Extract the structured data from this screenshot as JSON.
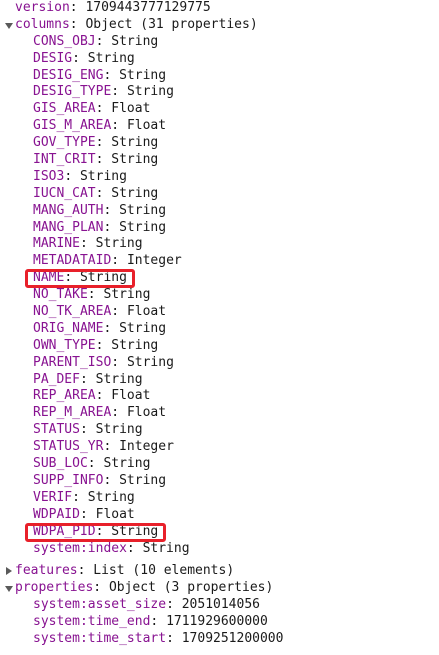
{
  "version": {
    "key": "version",
    "value": "1709443777129775"
  },
  "columns": {
    "key": "columns",
    "summary": "Object (31 properties)",
    "expanded": true,
    "items": [
      {
        "key": "CONS_OBJ",
        "type": "String"
      },
      {
        "key": "DESIG",
        "type": "String"
      },
      {
        "key": "DESIG_ENG",
        "type": "String"
      },
      {
        "key": "DESIG_TYPE",
        "type": "String"
      },
      {
        "key": "GIS_AREA",
        "type": "Float"
      },
      {
        "key": "GIS_M_AREA",
        "type": "Float"
      },
      {
        "key": "GOV_TYPE",
        "type": "String"
      },
      {
        "key": "INT_CRIT",
        "type": "String"
      },
      {
        "key": "ISO3",
        "type": "String"
      },
      {
        "key": "IUCN_CAT",
        "type": "String"
      },
      {
        "key": "MANG_AUTH",
        "type": "String"
      },
      {
        "key": "MANG_PLAN",
        "type": "String"
      },
      {
        "key": "MARINE",
        "type": "String"
      },
      {
        "key": "METADATAID",
        "type": "Integer"
      },
      {
        "key": "NAME",
        "type": "String",
        "highlighted": true
      },
      {
        "key": "NO_TAKE",
        "type": "String"
      },
      {
        "key": "NO_TK_AREA",
        "type": "Float"
      },
      {
        "key": "ORIG_NAME",
        "type": "String"
      },
      {
        "key": "OWN_TYPE",
        "type": "String"
      },
      {
        "key": "PARENT_ISO",
        "type": "String"
      },
      {
        "key": "PA_DEF",
        "type": "String"
      },
      {
        "key": "REP_AREA",
        "type": "Float"
      },
      {
        "key": "REP_M_AREA",
        "type": "Float"
      },
      {
        "key": "STATUS",
        "type": "String"
      },
      {
        "key": "STATUS_YR",
        "type": "Integer"
      },
      {
        "key": "SUB_LOC",
        "type": "String"
      },
      {
        "key": "SUPP_INFO",
        "type": "String"
      },
      {
        "key": "VERIF",
        "type": "String"
      },
      {
        "key": "WDPAID",
        "type": "Float"
      },
      {
        "key": "WDPA_PID",
        "type": "String",
        "highlighted": true
      },
      {
        "key": "system:index",
        "type": "String"
      }
    ]
  },
  "features": {
    "key": "features",
    "summary": "List (10 elements)",
    "expanded": false
  },
  "properties": {
    "key": "properties",
    "summary": "Object (3 properties)",
    "expanded": true,
    "items": [
      {
        "key": "system:asset_size",
        "value": "2051014056"
      },
      {
        "key": "system:time_end",
        "value": "1711929600000"
      },
      {
        "key": "system:time_start",
        "value": "1709251200000"
      }
    ]
  },
  "colors": {
    "key": "#881391",
    "value": "#1a1a1a",
    "highlight_box": "#e8202a",
    "toggle": "#5a5a5a"
  }
}
